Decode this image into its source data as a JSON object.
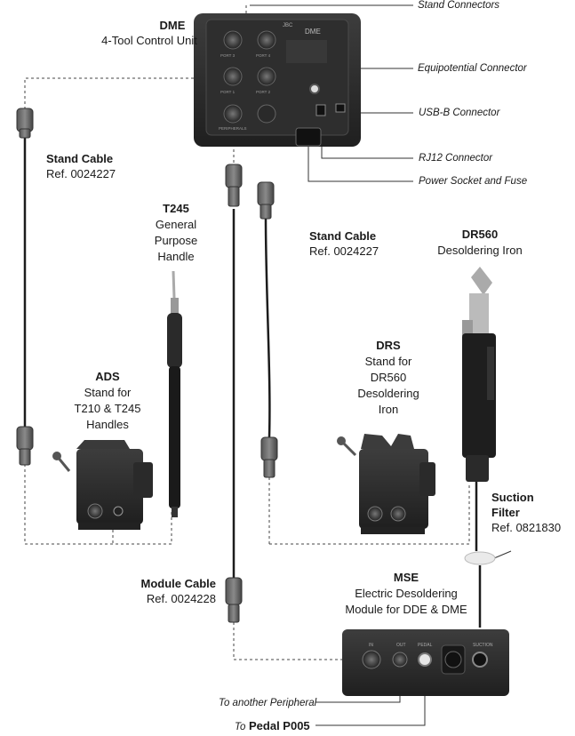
{
  "labels": {
    "dme": {
      "title": "DME",
      "subtitle": "4-Tool Control Unit"
    },
    "stand_connectors": "Stand Connectors",
    "equipotential": "Equipotential Connector",
    "usb_b": "USB-B Connector",
    "rj12": "RJ12 Connector",
    "power_socket": "Power Socket and Fuse",
    "stand_cable_left": {
      "title": "Stand Cable",
      "ref": "Ref. 0024227"
    },
    "stand_cable_mid": {
      "title": "Stand Cable",
      "ref": "Ref. 0024227"
    },
    "t245": {
      "title": "T245",
      "line1": "General",
      "line2": "Purpose",
      "line3": "Handle"
    },
    "dr560": {
      "title": "DR560",
      "subtitle": "Desoldering Iron"
    },
    "drs": {
      "title": "DRS",
      "line1": "Stand for",
      "line2": "DR560",
      "line3": "Desoldering",
      "line4": "Iron"
    },
    "ads": {
      "title": "ADS",
      "line1": "Stand for",
      "line2": "T210 & T245",
      "line3": "Handles"
    },
    "suction_filter": {
      "title": "Suction",
      "title2": "Filter",
      "ref": "Ref. 0821830"
    },
    "module_cable": {
      "title": "Module Cable",
      "ref": "Ref. 0024228"
    },
    "mse": {
      "title": "MSE",
      "line1": "Electric Desoldering",
      "line2": "Module for DDE & DME"
    },
    "to_peripheral": "To another Peripheral",
    "to_pedal": {
      "prefix": "To",
      "name": "Pedal P005"
    }
  },
  "device_text": {
    "dme_brand": "JBC",
    "dme_model": "DME",
    "ports": [
      "PORT 3",
      "PORT 4",
      "PORT 1",
      "PORT 2"
    ],
    "peripherals": "PERIPHERALS",
    "mse_ports": [
      "IN",
      "OUT",
      "PEDAL",
      "SUCTION"
    ]
  },
  "colors": {
    "device_dark": "#2b2b2b",
    "device_mid": "#3a3a3a",
    "line": "#333333"
  }
}
